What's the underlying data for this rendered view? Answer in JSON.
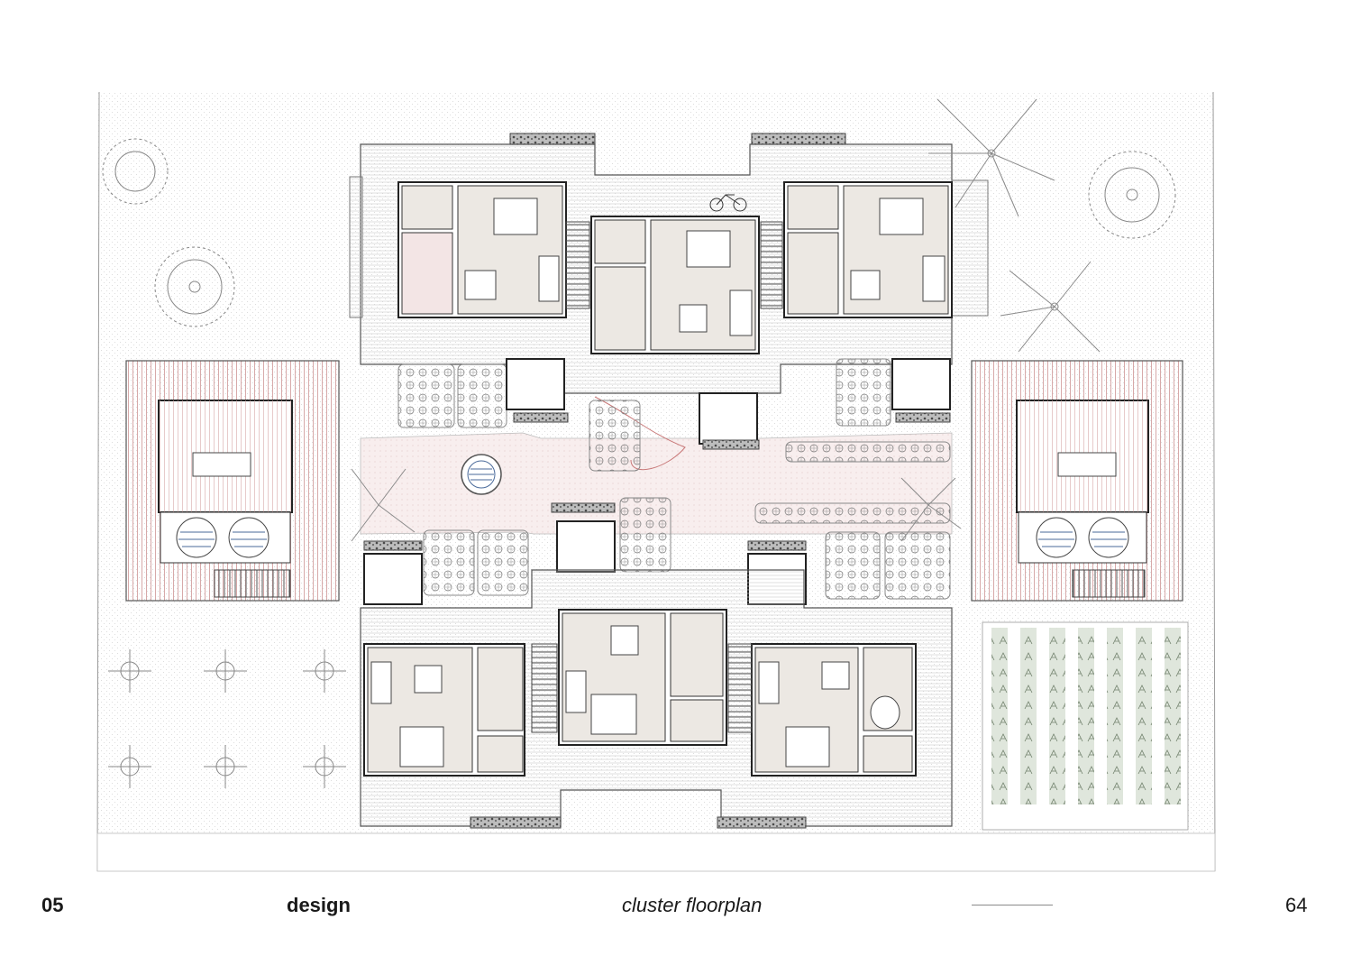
{
  "footer": {
    "section_number": "05",
    "section_title": "design",
    "drawing_title": "cluster floorplan",
    "page_number": "64"
  },
  "colors": {
    "room_fill": "#ece8e3",
    "deck_stroke": "#b9b9b9",
    "courtyard_fill": "#f7ecec",
    "timber_stripe": "#d7a9a9",
    "crop_fill": "#dfe6dc",
    "wall": "#2a2a2a"
  },
  "icons": [
    "tree-icon",
    "palm-icon",
    "bicycle-icon",
    "bed-icon",
    "table-icon",
    "water-tank-icon",
    "fountain-icon",
    "planter-icon",
    "animal-icon"
  ]
}
